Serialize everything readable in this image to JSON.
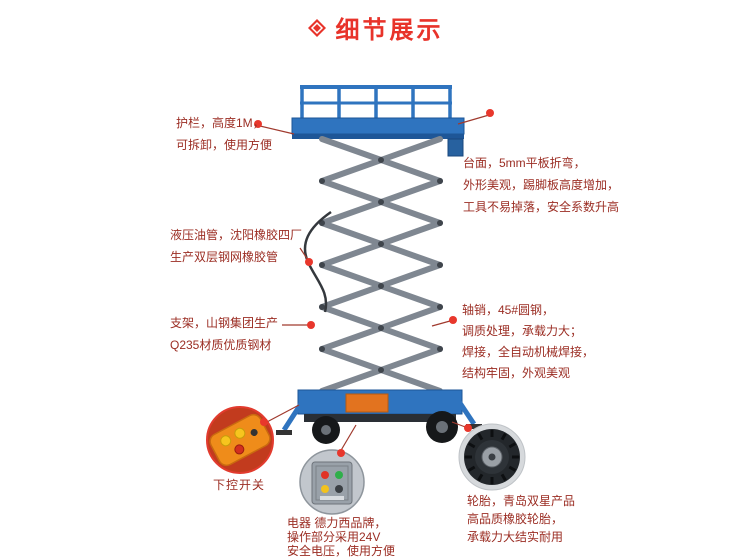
{
  "header": {
    "title": "细节展示",
    "icon": "diamond-icon"
  },
  "colors": {
    "title_red": "#e8332a",
    "callout_text_red": "#9b2d23",
    "dot_red": "#e8372c",
    "lift_blue": "#2f74bf",
    "scissor_gray": "#7f8791",
    "power_unit_orange": "#e2731f"
  },
  "callouts": {
    "guardrail": {
      "lines": [
        "护栏，高度1M，",
        "可拆卸，使用方便"
      ]
    },
    "platform": {
      "lines": [
        "台面，5mm平板折弯，",
        "外形美观，踢脚板高度增加，",
        "工具不易掉落，安全系数升高"
      ]
    },
    "hose": {
      "lines": [
        "液压油管，沈阳橡胶四厂",
        "生产双层钢网橡胶管"
      ]
    },
    "frame": {
      "lines": [
        "支架，山钢集团生产",
        "Q235材质优质钢材"
      ]
    },
    "pin": {
      "lines": [
        "轴销，45#圆钢，",
        "调质处理，承载力大；",
        "焊接，全自动机械焊接，",
        "结构牢固，外观美观"
      ]
    },
    "lower_switch": {
      "label": "下控开关"
    },
    "electric": {
      "lines": [
        "电器 德力西品牌，",
        "操作部分采用24V",
        "安全电压，使用方便"
      ]
    },
    "tire": {
      "lines": [
        "轮胎，青岛双星产品",
        "高品质橡胶轮胎，",
        "承载力大结实耐用"
      ]
    }
  },
  "photos": [
    "remote-control-photo",
    "electric-box-photo",
    "tire-photo"
  ]
}
